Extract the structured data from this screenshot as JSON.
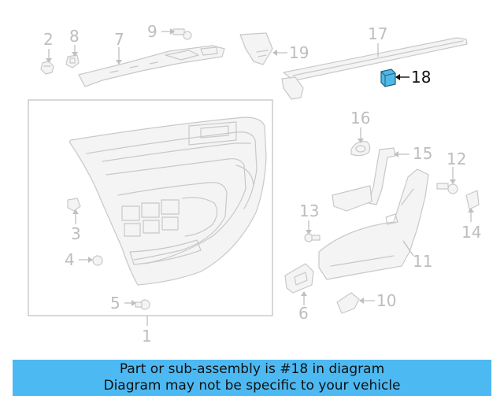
{
  "callouts": {
    "c1": "1",
    "c2": "2",
    "c3": "3",
    "c4": "4",
    "c5": "5",
    "c6": "6",
    "c7": "7",
    "c8": "8",
    "c9": "9",
    "c10": "10",
    "c11": "11",
    "c12": "12",
    "c13": "13",
    "c14": "14",
    "c15": "15",
    "c16": "16",
    "c17": "17",
    "c18": "18",
    "c19": "19"
  },
  "highlighted_part": "18",
  "colors": {
    "banner": "#4db9f2",
    "highlight_part": "#4fb9e6",
    "diagram_lines": "#c8c8c8"
  },
  "banner": {
    "line1": "Part or sub-assembly is #18 in diagram",
    "line2": "Diagram may not be specific to your vehicle"
  }
}
